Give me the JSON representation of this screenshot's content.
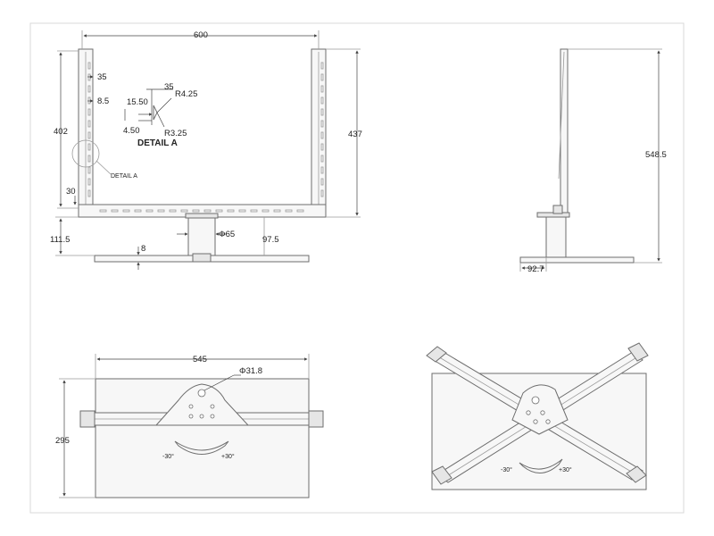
{
  "views": {
    "front": {
      "dim_width": "600",
      "dim_total_height": "402",
      "dim_right_height": "437",
      "dim_top_offset": "35",
      "dim_second_offset": "8.5",
      "dim_bottom_rail": "30",
      "dim_base_height": "111.5",
      "dim_plate_thickness": "8",
      "dim_column_diameter": "Φ65",
      "dim_base_offset": "97.5",
      "detail_callout": "DETAIL A"
    },
    "detail": {
      "title": "DETAIL A",
      "dim_a": "35",
      "dim_b": "15.50",
      "dim_c": "4.50",
      "dim_r1": "R4.25",
      "dim_r2": "R3.25"
    },
    "side": {
      "dim_height": "548.5",
      "dim_depth": "92.7"
    },
    "top": {
      "dim_width": "545",
      "dim_depth": "295",
      "dim_hole": "Φ31.8",
      "rotation_left": "-30°",
      "rotation_right": "+30°"
    },
    "iso": {
      "rotation_left": "-30°",
      "rotation_right": "+30°"
    }
  }
}
